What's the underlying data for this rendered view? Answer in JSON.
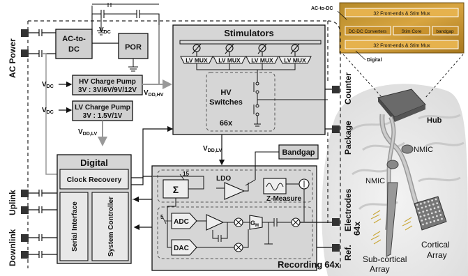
{
  "left_pins": {
    "ac_power": "AC Power",
    "uplink": "Uplink",
    "downlink": "Downlink"
  },
  "right_pins": {
    "counter": "Counter",
    "package": "Package",
    "electrodes": "Electrodes",
    "electrodes_count": "64x",
    "ref": "Ref."
  },
  "power": {
    "ac_to_dc": [
      "AC-to-",
      "DC"
    ],
    "por": "POR",
    "vdc": "V",
    "vdc_sub": "DC",
    "hv_pump": [
      "HV Charge Pump",
      "3V : 3V/6V/9V/12V"
    ],
    "lv_pump": [
      "LV Charge Pump",
      "3V : 1.5V/1V"
    ],
    "vdd_hv": "V",
    "vdd_hv_sub": "DD,HV",
    "vdd_lv": "V",
    "vdd_lv_sub": "DD,LV"
  },
  "stimulators": {
    "title": "Stimulators",
    "mux": [
      "LV MUX",
      "LV MUX",
      "LV MUX",
      "LV MUX"
    ],
    "hv_switches": [
      "HV",
      "Switches"
    ],
    "count": "66x"
  },
  "digital": {
    "title": "Digital",
    "clock": "Clock Recovery",
    "serial": "Serial Interface",
    "controller": "System Controller"
  },
  "recording": {
    "title": "Recording",
    "count": "64x",
    "bandgap": "Bandgap",
    "ldo": "LDO",
    "sigma": "Σ",
    "sigma_bits": "15",
    "adc_bits": "5",
    "adc": "ADC",
    "dac": "DAC",
    "gm": "G",
    "gm_sub": "M",
    "zmeasure": "Z-Measure"
  },
  "die_photo": {
    "label_top": "AC-to-DC",
    "label_bottom": "Digital",
    "row_top": "32 Front-ends & Stim Mux",
    "row_mid": [
      "DC-DC Converters",
      "Stim Core",
      "bandgap"
    ],
    "row_bottom": "32 Front-ends & Stim Mux"
  },
  "illustration": {
    "hub": "Hub",
    "nmic1": "NMIC",
    "nmic2": "NMIC",
    "subcortical": [
      "Sub-cortical",
      "Array"
    ],
    "cortical": [
      "Cortical",
      "Array"
    ]
  }
}
